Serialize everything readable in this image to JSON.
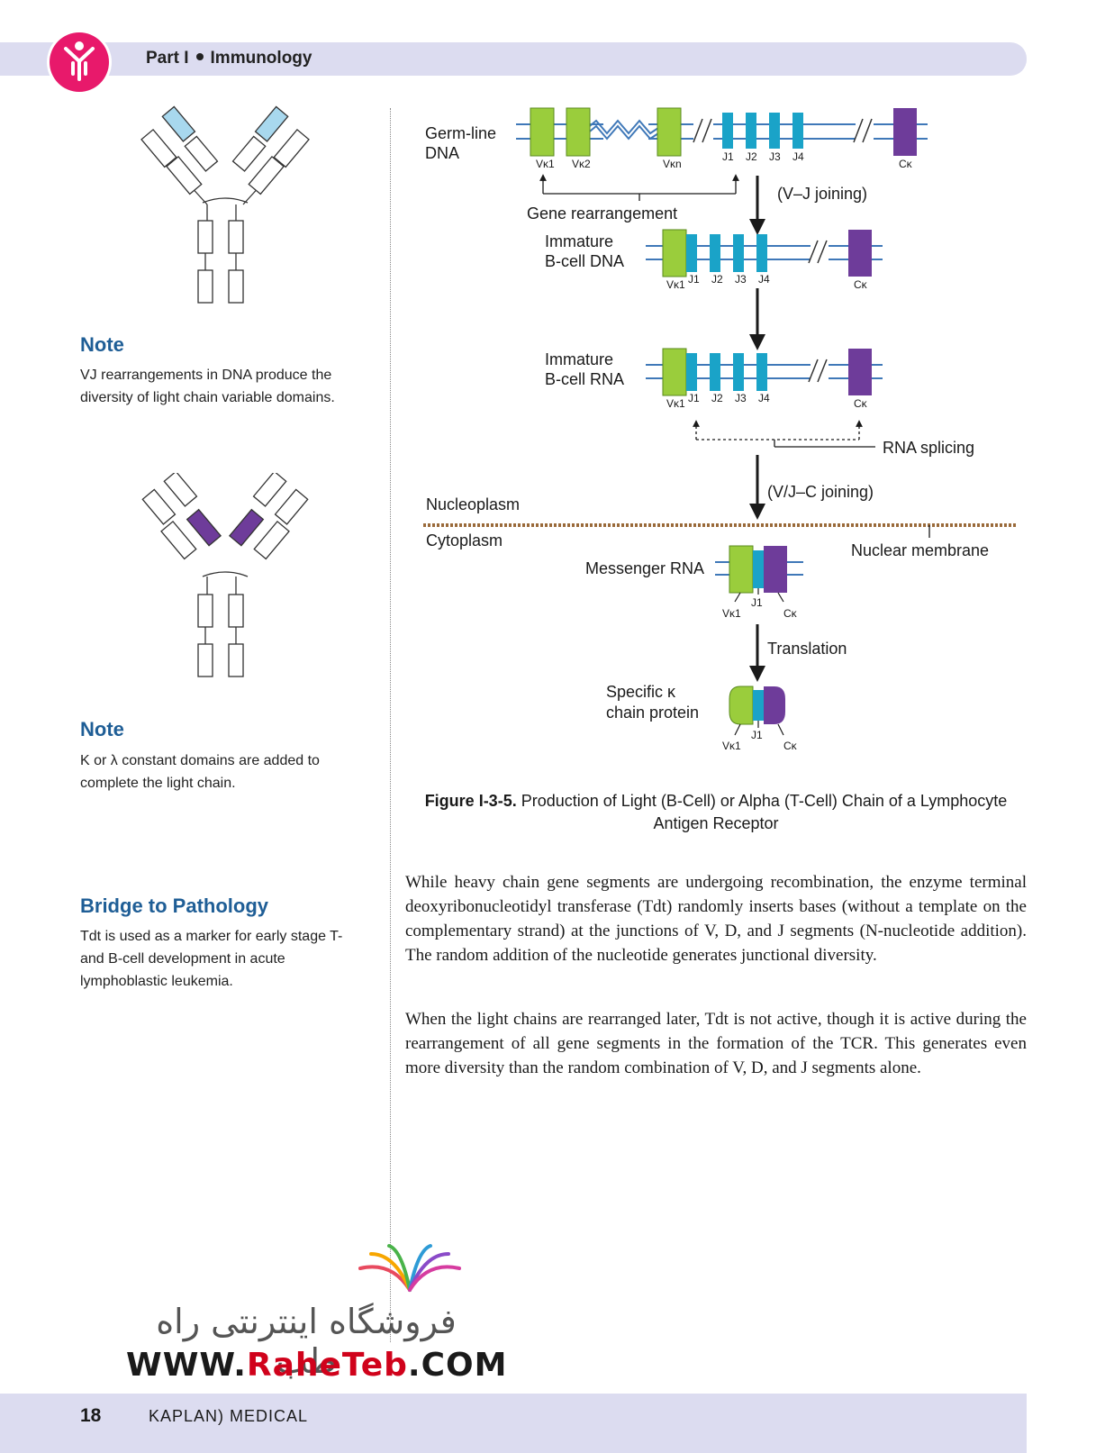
{
  "header": {
    "part": "Part I",
    "chapter": "Immunology"
  },
  "sidebar": {
    "notes": [
      {
        "title": "Note",
        "body": "VJ rearrangements in DNA produce the diversity of light chain variable domains."
      },
      {
        "title": "Note",
        "body": "K or λ constant domains are added to complete the light chain."
      },
      {
        "title": "Bridge to Pathology",
        "body": "Tdt is used as a marker for early stage T- and B-cell development in acute lymphoblastic leukemia."
      }
    ]
  },
  "figure": {
    "labels": {
      "germline": [
        "Germ-line",
        "DNA"
      ],
      "gene_rearrangement": "Gene rearrangement",
      "vj_joining": "(V–J  joining)",
      "immature_dna": [
        "Immature",
        "B-cell DNA"
      ],
      "immature_rna": [
        "Immature",
        "B-cell RNA"
      ],
      "rna_splicing": "RNA splicing",
      "vjc_joining": "(V/J–C joining)",
      "nucleoplasm": "Nucleoplasm",
      "cytoplasm": "Cytoplasm",
      "nuclear_membrane": "Nuclear membrane",
      "messenger_rna": "Messenger RNA",
      "translation": "Translation",
      "protein": [
        "Specific κ",
        "chain protein"
      ]
    },
    "segments": {
      "vk1": "Vκ1",
      "vk2": "Vκ2",
      "vkn": "Vκn",
      "j1": "J1",
      "j2": "J2",
      "j3": "J3",
      "j4": "J4",
      "ck": "Cκ"
    },
    "colors": {
      "v_segment": "#9acd3c",
      "j_segment": "#1aa3c8",
      "c_segment": "#6e3c9a",
      "dna_line": "#3f78b8",
      "light_chain_highlight": "#a8d8ee"
    },
    "caption_label": "Figure I-3-5.",
    "caption_text": "Production of Light (B-Cell) or Alpha (T-Cell) Chain of a Lymphocyte Antigen Receptor"
  },
  "body": {
    "p1": "While heavy chain gene segments are undergoing recombination, the enzyme terminal deoxyribonucleotidyl transferase (Tdt) randomly inserts bases (without a template on the complementary strand) at the junctions of V, D, and J segments (N-nucleotide addition). The random addition of the nucleotide generates junctional diversity.",
    "p2": "When the light chains are rearranged later, Tdt is not active, though it is active during the rearrangement of all gene segments in the formation of the TCR. This generates even more diversity than the random combination of V, D, and J segments alone."
  },
  "watermark": {
    "persian": "فروشگاه اینترنتی راه طب",
    "url_prefix": "WWW.",
    "url_brand": "RaheTeb",
    "url_suffix": ".COM"
  },
  "footer": {
    "page_number": "18",
    "publisher": "KAPLAN) MEDICAL"
  }
}
